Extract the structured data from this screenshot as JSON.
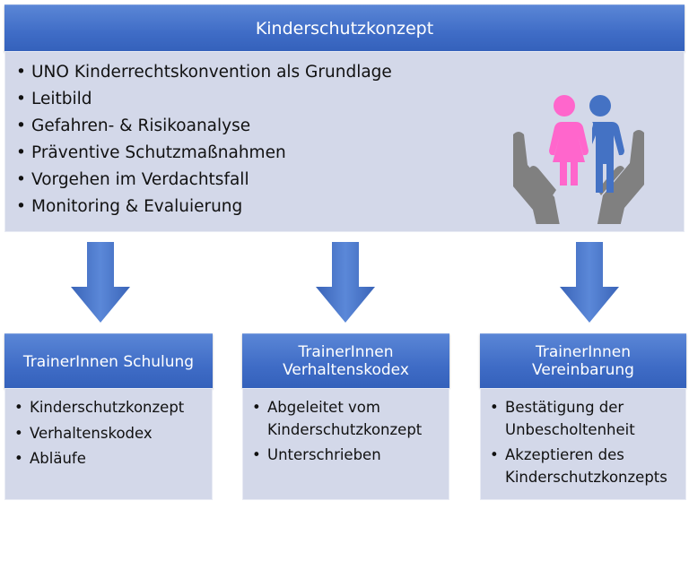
{
  "main": {
    "title": "Kinderschutzkonzept",
    "items": [
      "UNO Kinderrechtskonvention als Grundlage",
      "Leitbild",
      "Gefahren- & Risikoanalyse",
      "Präventive Schutzmaßnahmen",
      "Vorgehen im Verdachtsfall",
      "Monitoring & Evaluierung"
    ]
  },
  "boxes": [
    {
      "title": "TrainerInnen Schulung",
      "items": [
        "Kinderschutzkonzept",
        "Verhaltenskodex",
        "Abläufe"
      ]
    },
    {
      "title": "TrainerInnen Verhaltenskodex",
      "items": [
        "Abgeleitet vom Kinderschutzkonzept",
        "Unterschrieben"
      ]
    },
    {
      "title": "TrainerInnen Vereinbarung",
      "items": [
        "Bestätigung der Unbescholtenheit",
        "Akzeptieren des Kinderschutzkonzepts"
      ]
    }
  ],
  "colors": {
    "header": "#4472c4",
    "body": "#d3d8e9",
    "girl": "#ff66cc",
    "boy": "#4472c4",
    "hands": "#808080"
  }
}
